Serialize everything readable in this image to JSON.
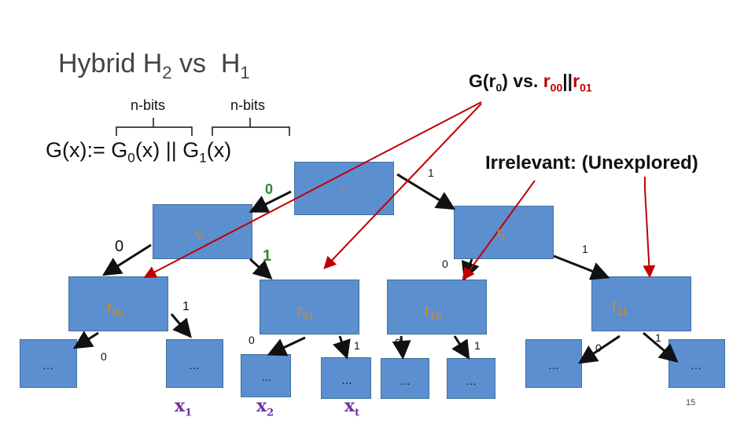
{
  "title": {
    "main": "Hybrid H",
    "sub_a": "2",
    "vs": " vs  H",
    "sub_b": "1"
  },
  "labels": {
    "nbits_left": "n-bits",
    "nbits_right": "n-bits",
    "gx_prefix": "G(x):= G",
    "gx_sub0": "0",
    "gx_mid": "(x) || G",
    "gx_sub1": "1",
    "gx_suffix": "(x)",
    "gr_prefix": "G(r",
    "gr_sub0": "0",
    "gr_mid": ") vs. ",
    "gr_r": "r",
    "gr_sub00": "00",
    "gr_pipes": "||",
    "gr_r2": "r",
    "gr_sub01": "01",
    "irrelevant": "Irrelevant: (Unexplored)",
    "page_number": "15"
  },
  "nodes": {
    "r": {
      "name": "r",
      "sub": ""
    },
    "r0": {
      "name": "r",
      "sub": "0"
    },
    "r1": {
      "name": "r",
      "sub": "1"
    },
    "r00": {
      "name": "r",
      "sub": "00"
    },
    "r01": {
      "name": "r",
      "sub": "01"
    },
    "r10": {
      "name": "r",
      "sub": "10"
    },
    "r11": {
      "name": "r",
      "sub": "11"
    },
    "leaf": "…"
  },
  "edges": {
    "root_0": "0",
    "root_1": "1",
    "r0_0": "0",
    "r0_1": "1",
    "r1_0": "0",
    "r1_1": "1",
    "r00_0": "0",
    "r00_1": "1",
    "r01_0": "0",
    "r01_1": "1",
    "r10_0": "0",
    "r10_1": "1",
    "r11_0": "0",
    "r11_1": "1"
  },
  "outputs": {
    "x1": {
      "name": "x",
      "sub": "1"
    },
    "x2": {
      "name": "x",
      "sub": "2"
    },
    "xt": {
      "name": "x",
      "sub": "t"
    }
  },
  "colors": {
    "node_fill": "#5b8fcf",
    "red": "#c00000",
    "green": "#2e8b2e",
    "purple": "#7030a0"
  }
}
